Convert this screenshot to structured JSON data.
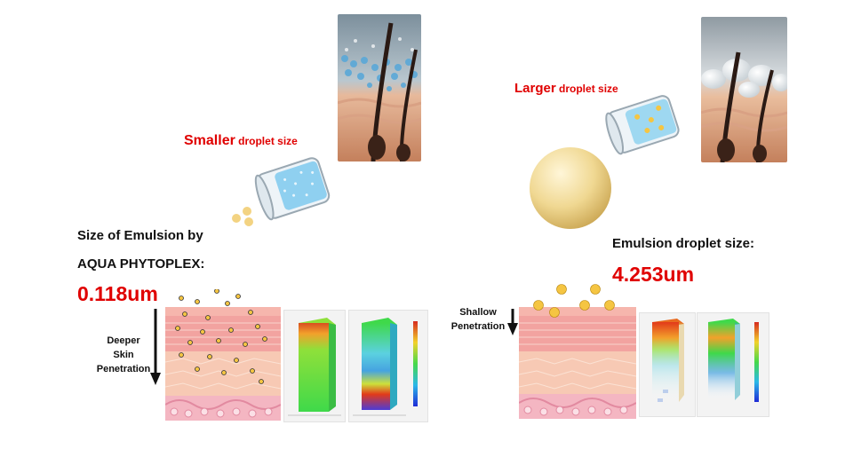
{
  "left": {
    "heading_big": "Smaller",
    "heading_small": " droplet size",
    "title_line1": "Size of Emulsion by",
    "title_line2": "AQUA PHYTOPLEX",
    "title_colon": ":",
    "value": "0.118um",
    "penetration_label_lines": [
      "Deeper",
      "Skin",
      "Penetration"
    ]
  },
  "right": {
    "heading_big": "Larger",
    "heading_small": " droplet size",
    "title": "Emulsion droplet size",
    "title_colon": ":",
    "value": "4.253um",
    "penetration_label_lines": [
      "Shallow",
      "Penetration"
    ]
  },
  "colors": {
    "accent_red": "#e00000",
    "droplet_gold": "#f5c542",
    "skin_top": "#f2a3a0",
    "skin_mid": "#f7c9b4",
    "skin_base": "#f4b6c2"
  },
  "icons": {
    "beaker": "beaker-icon",
    "arrow": "down-arrow-icon",
    "droplet": "droplet-icon"
  }
}
